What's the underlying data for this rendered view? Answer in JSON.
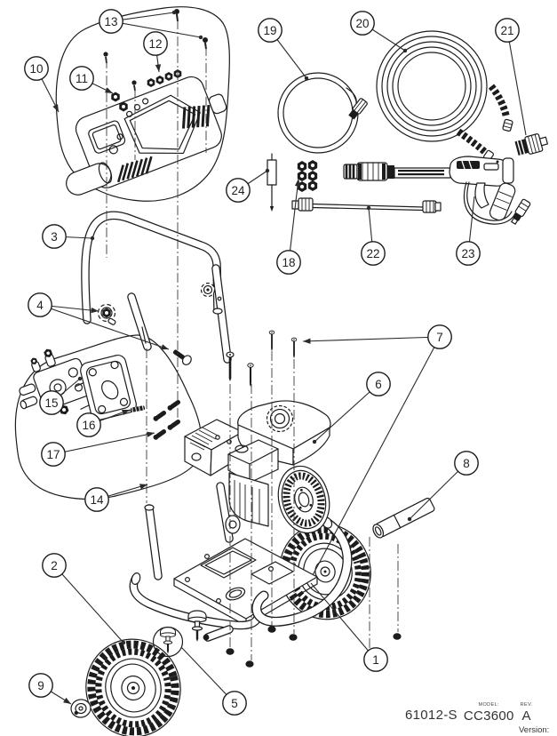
{
  "footer": {
    "part_number": "61012-S",
    "model_label": "MODEL:",
    "model_value": "CC3600",
    "rev_label": "REV.",
    "rev_value": "A",
    "version_label": "Version:"
  },
  "callouts": [
    {
      "label": "1"
    },
    {
      "label": "2"
    },
    {
      "label": "3"
    },
    {
      "label": "4"
    },
    {
      "label": "5"
    },
    {
      "label": "6"
    },
    {
      "label": "7"
    },
    {
      "label": "8"
    },
    {
      "label": "9"
    },
    {
      "label": "10"
    },
    {
      "label": "11"
    },
    {
      "label": "12"
    },
    {
      "label": "13"
    },
    {
      "label": "14"
    },
    {
      "label": "15"
    },
    {
      "label": "16"
    },
    {
      "label": "17"
    },
    {
      "label": "18"
    },
    {
      "label": "19"
    },
    {
      "label": "20"
    },
    {
      "label": "21"
    },
    {
      "label": "22"
    },
    {
      "label": "23"
    },
    {
      "label": "24"
    }
  ]
}
